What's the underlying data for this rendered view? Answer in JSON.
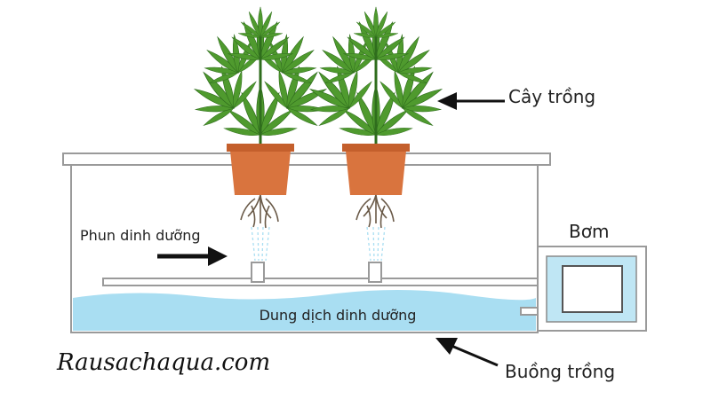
{
  "labels": {
    "plant": "Cây trồng",
    "mist": "Phun dinh dưỡng",
    "pump": "Bơm",
    "solution": "Dung dịch dinh dưỡng",
    "chamber": "Buồng trồng"
  },
  "watermark": "Rausachaqua.com",
  "colors": {
    "outline": "#9a9a9a",
    "solution": "#a9def2",
    "pump_fill": "#bfe6f4",
    "pot": "#d9743e",
    "pot_rim": "#c45f2c",
    "leaf": "#4f9a2e",
    "leaf_dark": "#2f6d1d",
    "arrow": "#111111"
  }
}
